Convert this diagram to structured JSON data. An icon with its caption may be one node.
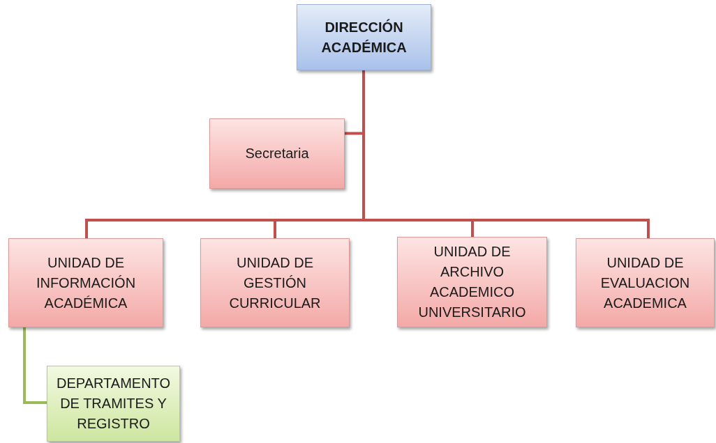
{
  "diagram": {
    "nodes": [
      {
        "text": [
          "DIRECCIÓN ACADÉMICA"
        ]
      },
      {
        "text": [
          "Secretaria"
        ]
      },
      {
        "text": [
          "UNIDAD DE INFORMACIÓN ACADÉMICA"
        ]
      },
      {
        "text": [
          "UNIDAD DE GESTIÓN CURRICULAR"
        ]
      },
      {
        "text": [
          "UNIDAD DE ARCHIVO ACADEMICO UNIVERSITARIO"
        ]
      },
      {
        "text": [
          "UNIDAD DE EVALUACION ACADEMICA"
        ]
      },
      {
        "text": [
          "DEPARTAMENTO DE TRAMITES Y REGISTRO"
        ]
      }
    ],
    "edges": [
      {
        "from": 0,
        "to": 1,
        "arrow": "none"
      },
      {
        "from": 0,
        "to": 2,
        "arrow": "none"
      },
      {
        "from": 0,
        "to": 3,
        "arrow": "none"
      },
      {
        "from": 0,
        "to": 4,
        "arrow": "none"
      },
      {
        "from": 0,
        "to": 5,
        "arrow": "none"
      },
      {
        "from": 2,
        "to": 6,
        "arrow": "none",
        "color": "#9bbb59"
      }
    ]
  }
}
